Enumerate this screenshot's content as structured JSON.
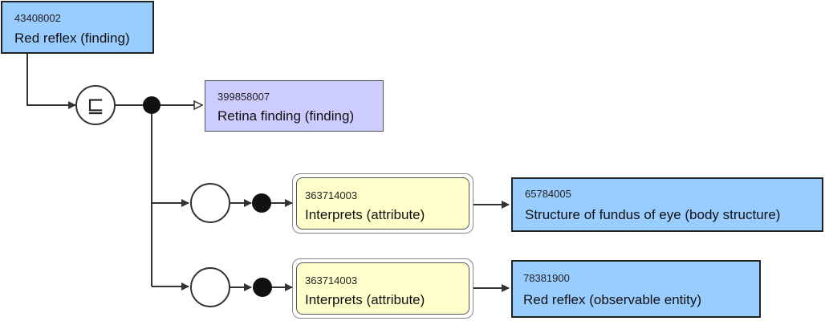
{
  "root_concept": {
    "code": "43408002",
    "label": "Red reflex (finding)"
  },
  "operator_symbol": "⊑",
  "parent_concept": {
    "code": "399858007",
    "label": "Retina finding (finding)"
  },
  "relationships": [
    {
      "attribute": {
        "code": "363714003",
        "label": "Interprets (attribute)"
      },
      "value": {
        "code": "65784005",
        "label": "Structure of fundus of eye (body structure)"
      }
    },
    {
      "attribute": {
        "code": "363714003",
        "label": "Interprets (attribute)"
      },
      "value": {
        "code": "78381900",
        "label": "Red reflex (observable entity)"
      }
    }
  ],
  "colors": {
    "defined_concept": "#99ccff",
    "primitive_concept": "#ccccff",
    "attribute": "#ffffcc",
    "line": "#333333"
  }
}
